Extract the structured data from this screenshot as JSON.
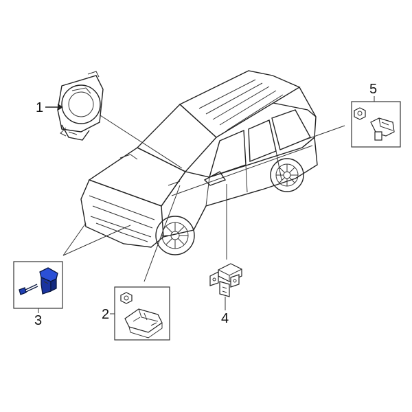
{
  "callouts": {
    "one": "1",
    "two": "2",
    "three": "3",
    "four": "4",
    "five": "5"
  },
  "colors": {
    "highlight_fill": "#1f3fb5",
    "highlight_dark": "#0b1840",
    "line": "#222222",
    "background": "#ffffff"
  },
  "icons": {
    "part_1": "clock-spring-icon",
    "part_2": "control-module-icon",
    "part_3": "impact-sensor-highlighted-icon",
    "part_4": "side-impact-sensor-icon",
    "part_5": "front-sensor-icon",
    "vehicle": "suv-outline-icon"
  }
}
